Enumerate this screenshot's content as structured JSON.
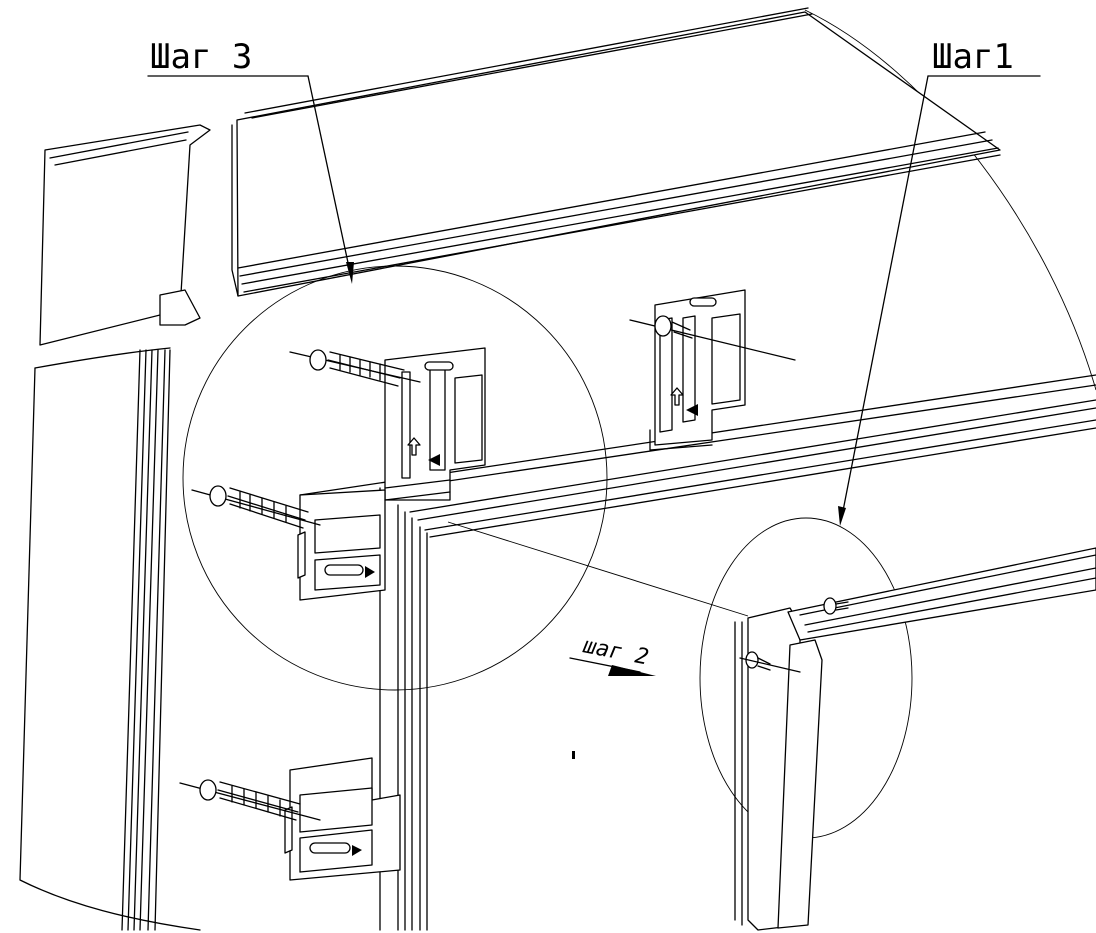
{
  "labels": {
    "step3": "Шаг 3",
    "step1": "Шаг1",
    "step2": "шаг 2"
  },
  "colors": {
    "line": "#000000",
    "background": "#ffffff"
  }
}
